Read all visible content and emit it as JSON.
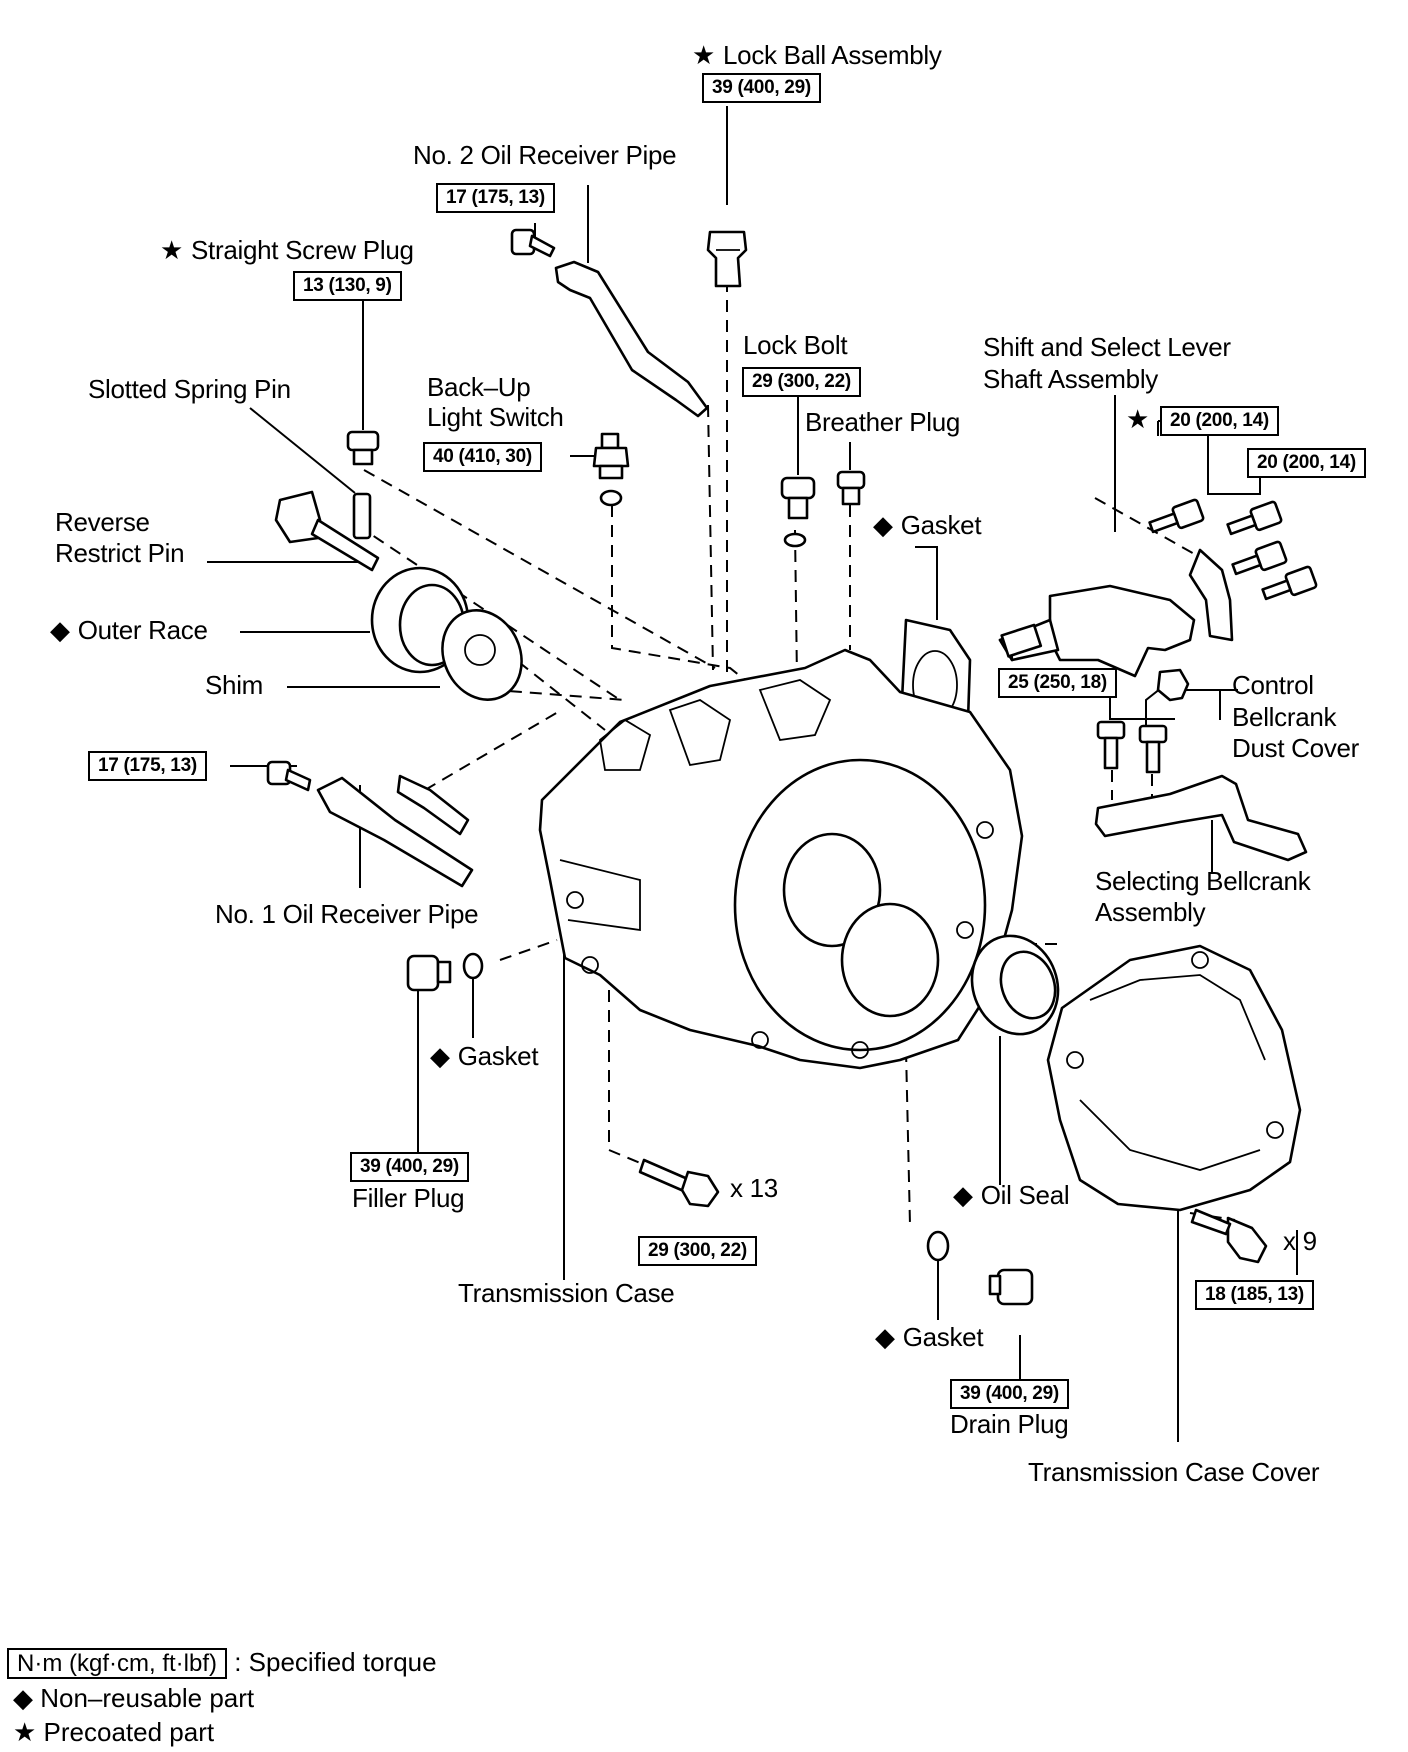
{
  "symbols": {
    "star": "★",
    "diamond": "◆"
  },
  "labels": {
    "lock_ball_assembly": "Lock Ball Assembly",
    "no2_oil_receiver_pipe": "No. 2 Oil Receiver Pipe",
    "straight_screw_plug": "Straight Screw Plug",
    "slotted_spring_pin": "Slotted Spring Pin",
    "backup_light_switch_1": "Back–Up",
    "backup_light_switch_2": "Light Switch",
    "lock_bolt": "Lock Bolt",
    "breather_plug": "Breather Plug",
    "shift_select_1": "Shift  and  Select  Lever",
    "shift_select_2": "Shaft Assembly",
    "reverse_restrict_1": "Reverse",
    "reverse_restrict_2": "Restrict Pin",
    "gasket_top": "Gasket",
    "outer_race": "Outer Race",
    "shim": "Shim",
    "control_bellcrank_1": "Control",
    "control_bellcrank_2": "Bellcrank",
    "control_bellcrank_3": "Dust Cover",
    "no1_oil_receiver_pipe": "No. 1 Oil Receiver Pipe",
    "selecting_bellcrank_1": "Selecting Bellcrank",
    "selecting_bellcrank_2": "Assembly",
    "gasket_filler": "Gasket",
    "filler_plug": "Filler Plug",
    "bolts_case_count": "x 13",
    "oil_seal": "Oil Seal",
    "bolts_cover_count": "x 9",
    "transmission_case": "Transmission Case",
    "gasket_drain": "Gasket",
    "drain_plug": "Drain Plug",
    "transmission_case_cover": "Transmission Case Cover"
  },
  "torques": {
    "lock_ball": "39 (400, 29)",
    "no2_pipe_bolt": "17 (175, 13)",
    "straight_screw_plug": "13 (130, 9)",
    "lock_bolt": "29 (300, 22)",
    "backup_switch": "40 (410, 30)",
    "shift_select_star": "20 (200, 14)",
    "shift_select": "20 (200, 14)",
    "bellcrank": "25 (250, 18)",
    "no1_pipe_bolt": "17 (175, 13)",
    "filler_plug": "39 (400, 29)",
    "case_bolts": "29 (300, 22)",
    "cover_bolts": "18 (185, 13)",
    "drain_plug": "39 (400, 29)"
  },
  "legend": {
    "torque_unit": "N·m (kgf·cm, ft·lbf)",
    "torque_desc": ": Specified torque",
    "non_reusable": "Non–reusable part",
    "precoated": "Precoated part"
  }
}
